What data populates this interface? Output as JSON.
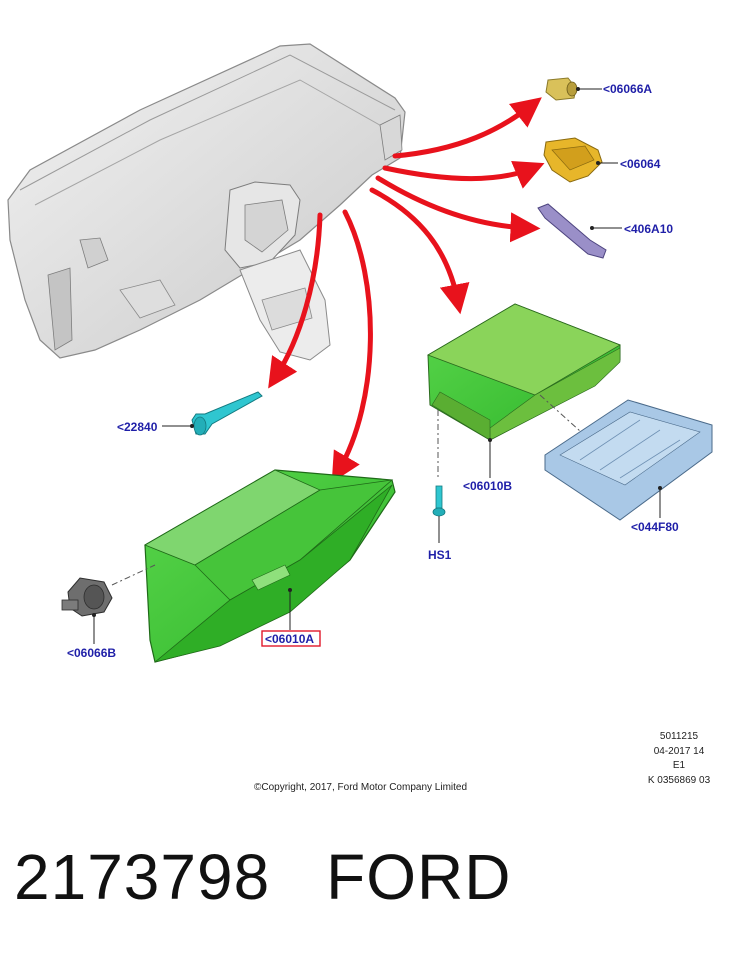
{
  "callouts": {
    "c06066A": "<06066A",
    "c06064": "<06064",
    "c406A10": "<406A10",
    "c22840": "<22840",
    "c06010B": "<06010B",
    "cHS1": "HS1",
    "c044F80": "<044F80",
    "c06066B": "<06066B",
    "c06010A": "<06010A"
  },
  "highlight_color": "#e0182a",
  "copyright": "©Copyright, 2017, Ford Motor Company Limited",
  "codes": [
    "5011215",
    "04-2017 14",
    "E1",
    "K 0356869 03"
  ],
  "part_number": "2173798",
  "brand": "FORD"
}
